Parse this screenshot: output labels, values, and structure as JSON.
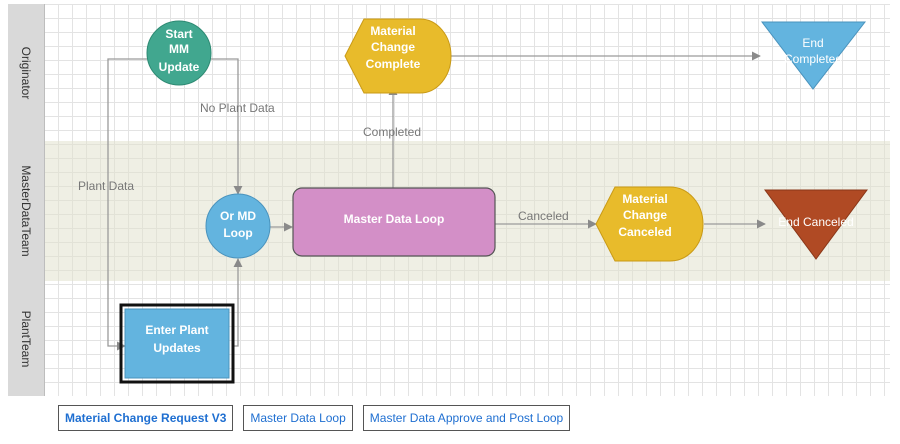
{
  "lanes": [
    {
      "name": "Originator"
    },
    {
      "name": "MasterDataTeam"
    },
    {
      "name": "PlantTeam"
    }
  ],
  "nodes": {
    "start": {
      "lines": [
        "Start",
        "MM",
        "Update"
      ],
      "color": "#41a78f"
    },
    "ormd": {
      "lines": [
        "Or MD",
        "Loop"
      ],
      "color": "#63b4df"
    },
    "enter_plant": {
      "lines": [
        "Enter Plant",
        "Updates"
      ],
      "color": "#63b4df"
    },
    "mdloop": {
      "lines": [
        "Master Data Loop"
      ],
      "color": "#d38fc7"
    },
    "mcc": {
      "lines": [
        "Material",
        "Change",
        "Complete"
      ],
      "color": "#e8bb2b"
    },
    "mcx": {
      "lines": [
        "Material",
        "Change",
        "Canceled"
      ],
      "color": "#e8bb2b"
    },
    "end_completed": {
      "lines": [
        "End",
        "Completed"
      ],
      "color": "#63b4df"
    },
    "end_canceled": {
      "lines": [
        "End Canceled"
      ],
      "color": "#b04a24"
    }
  },
  "edge_labels": {
    "no_plant_data": "No Plant Data",
    "plant_data": "Plant Data",
    "completed": "Completed",
    "canceled": "Canceled"
  },
  "tabs": [
    {
      "label": "Material Change Request V3",
      "active": true
    },
    {
      "label": "Master Data Loop",
      "active": false
    },
    {
      "label": "Master Data Approve and Post Loop",
      "active": false
    }
  ]
}
